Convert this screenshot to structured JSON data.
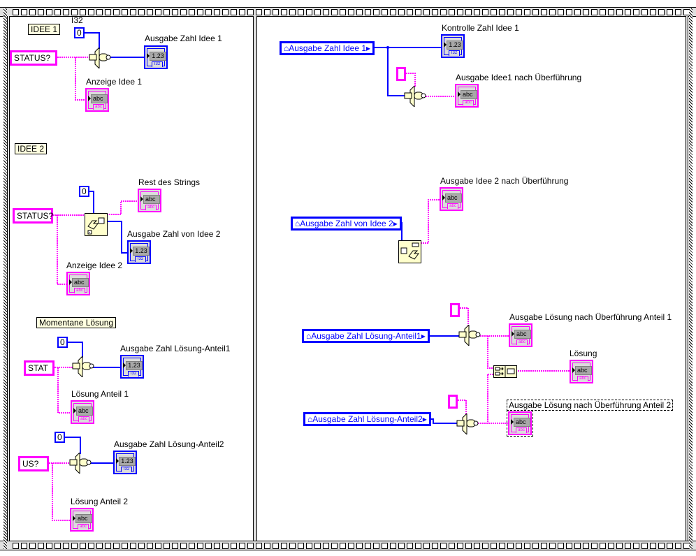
{
  "left_frame": {
    "idee1": {
      "comment": "IDEE 1",
      "type_label": "I32",
      "num_const": "0",
      "str_const": "STATUS?",
      "out_num_label": "Ausgabe Zahl Idee 1",
      "out_num_value": "1.23",
      "out_num_tag": "I32",
      "out_str_label": "Anzeige Idee 1",
      "out_str_value": "abc",
      "out_str_tag": "abc"
    },
    "idee2": {
      "comment": "IDEE 2",
      "num_const": "0",
      "str_const": "STATUS?",
      "rest_label": "Rest des Strings",
      "rest_value": "abc",
      "out_num_label": "Ausgabe Zahl von Idee 2",
      "out_num_value": "1.23",
      "out_num_tag": "I32",
      "out_str_label": "Anzeige Idee 2",
      "out_str_value": "abc",
      "str_tag": "abc"
    },
    "loesung": {
      "comment": "Momentane Lösung",
      "part1": {
        "num_const": "0",
        "str_const": "STAT",
        "out_num_label": "Ausgabe Zahl Lösung-Anteil1",
        "out_num_value": "1.23",
        "out_num_tag": "I32",
        "out_str_label": "Lösung Anteil 1",
        "out_str_value": "abc",
        "str_tag": "abc"
      },
      "part2": {
        "num_const": "0",
        "str_const": "US?",
        "out_num_label": "Ausgabe Zahl Lösung-Anteil2",
        "out_num_value": "1.23",
        "out_num_tag": "I32",
        "out_str_label": "Lösung Anteil 2",
        "out_str_value": "abc",
        "str_tag": "abc"
      }
    }
  },
  "right_frame": {
    "idee1": {
      "local_var": "Ausgabe Zahl Idee 1",
      "check_label": "Kontrolle Zahl Idee 1",
      "check_value": "1.23",
      "check_tag": "I32",
      "out_label": "Ausgabe Idee1 nach Überführung",
      "out_value": "abc",
      "str_tag": "abc"
    },
    "idee2": {
      "local_var": "Ausgabe Zahl von Idee 2",
      "out_label": "Ausgabe Idee 2 nach Überführung",
      "out_value": "abc",
      "str_tag": "abc"
    },
    "loesung": {
      "local_var1": "Ausgabe Zahl Lösung-Anteil1",
      "local_var2": "Ausgabe Zahl Lösung-Anteil2",
      "out1_label": "Ausgabe Lösung nach Überführung Anteil 1",
      "out1_value": "abc",
      "sum_label": "Lösung",
      "sum_value": "abc",
      "out2_label": "Ausgabe Lösung nach Überführung Anteil 2",
      "out2_value": "abc",
      "str_tag": "abc"
    }
  },
  "colors": {
    "string_wire": "#ff00ff",
    "int_wire": "#0000ff",
    "node_fill": "#ffffcc",
    "comment_fill": "#ffffe1"
  }
}
